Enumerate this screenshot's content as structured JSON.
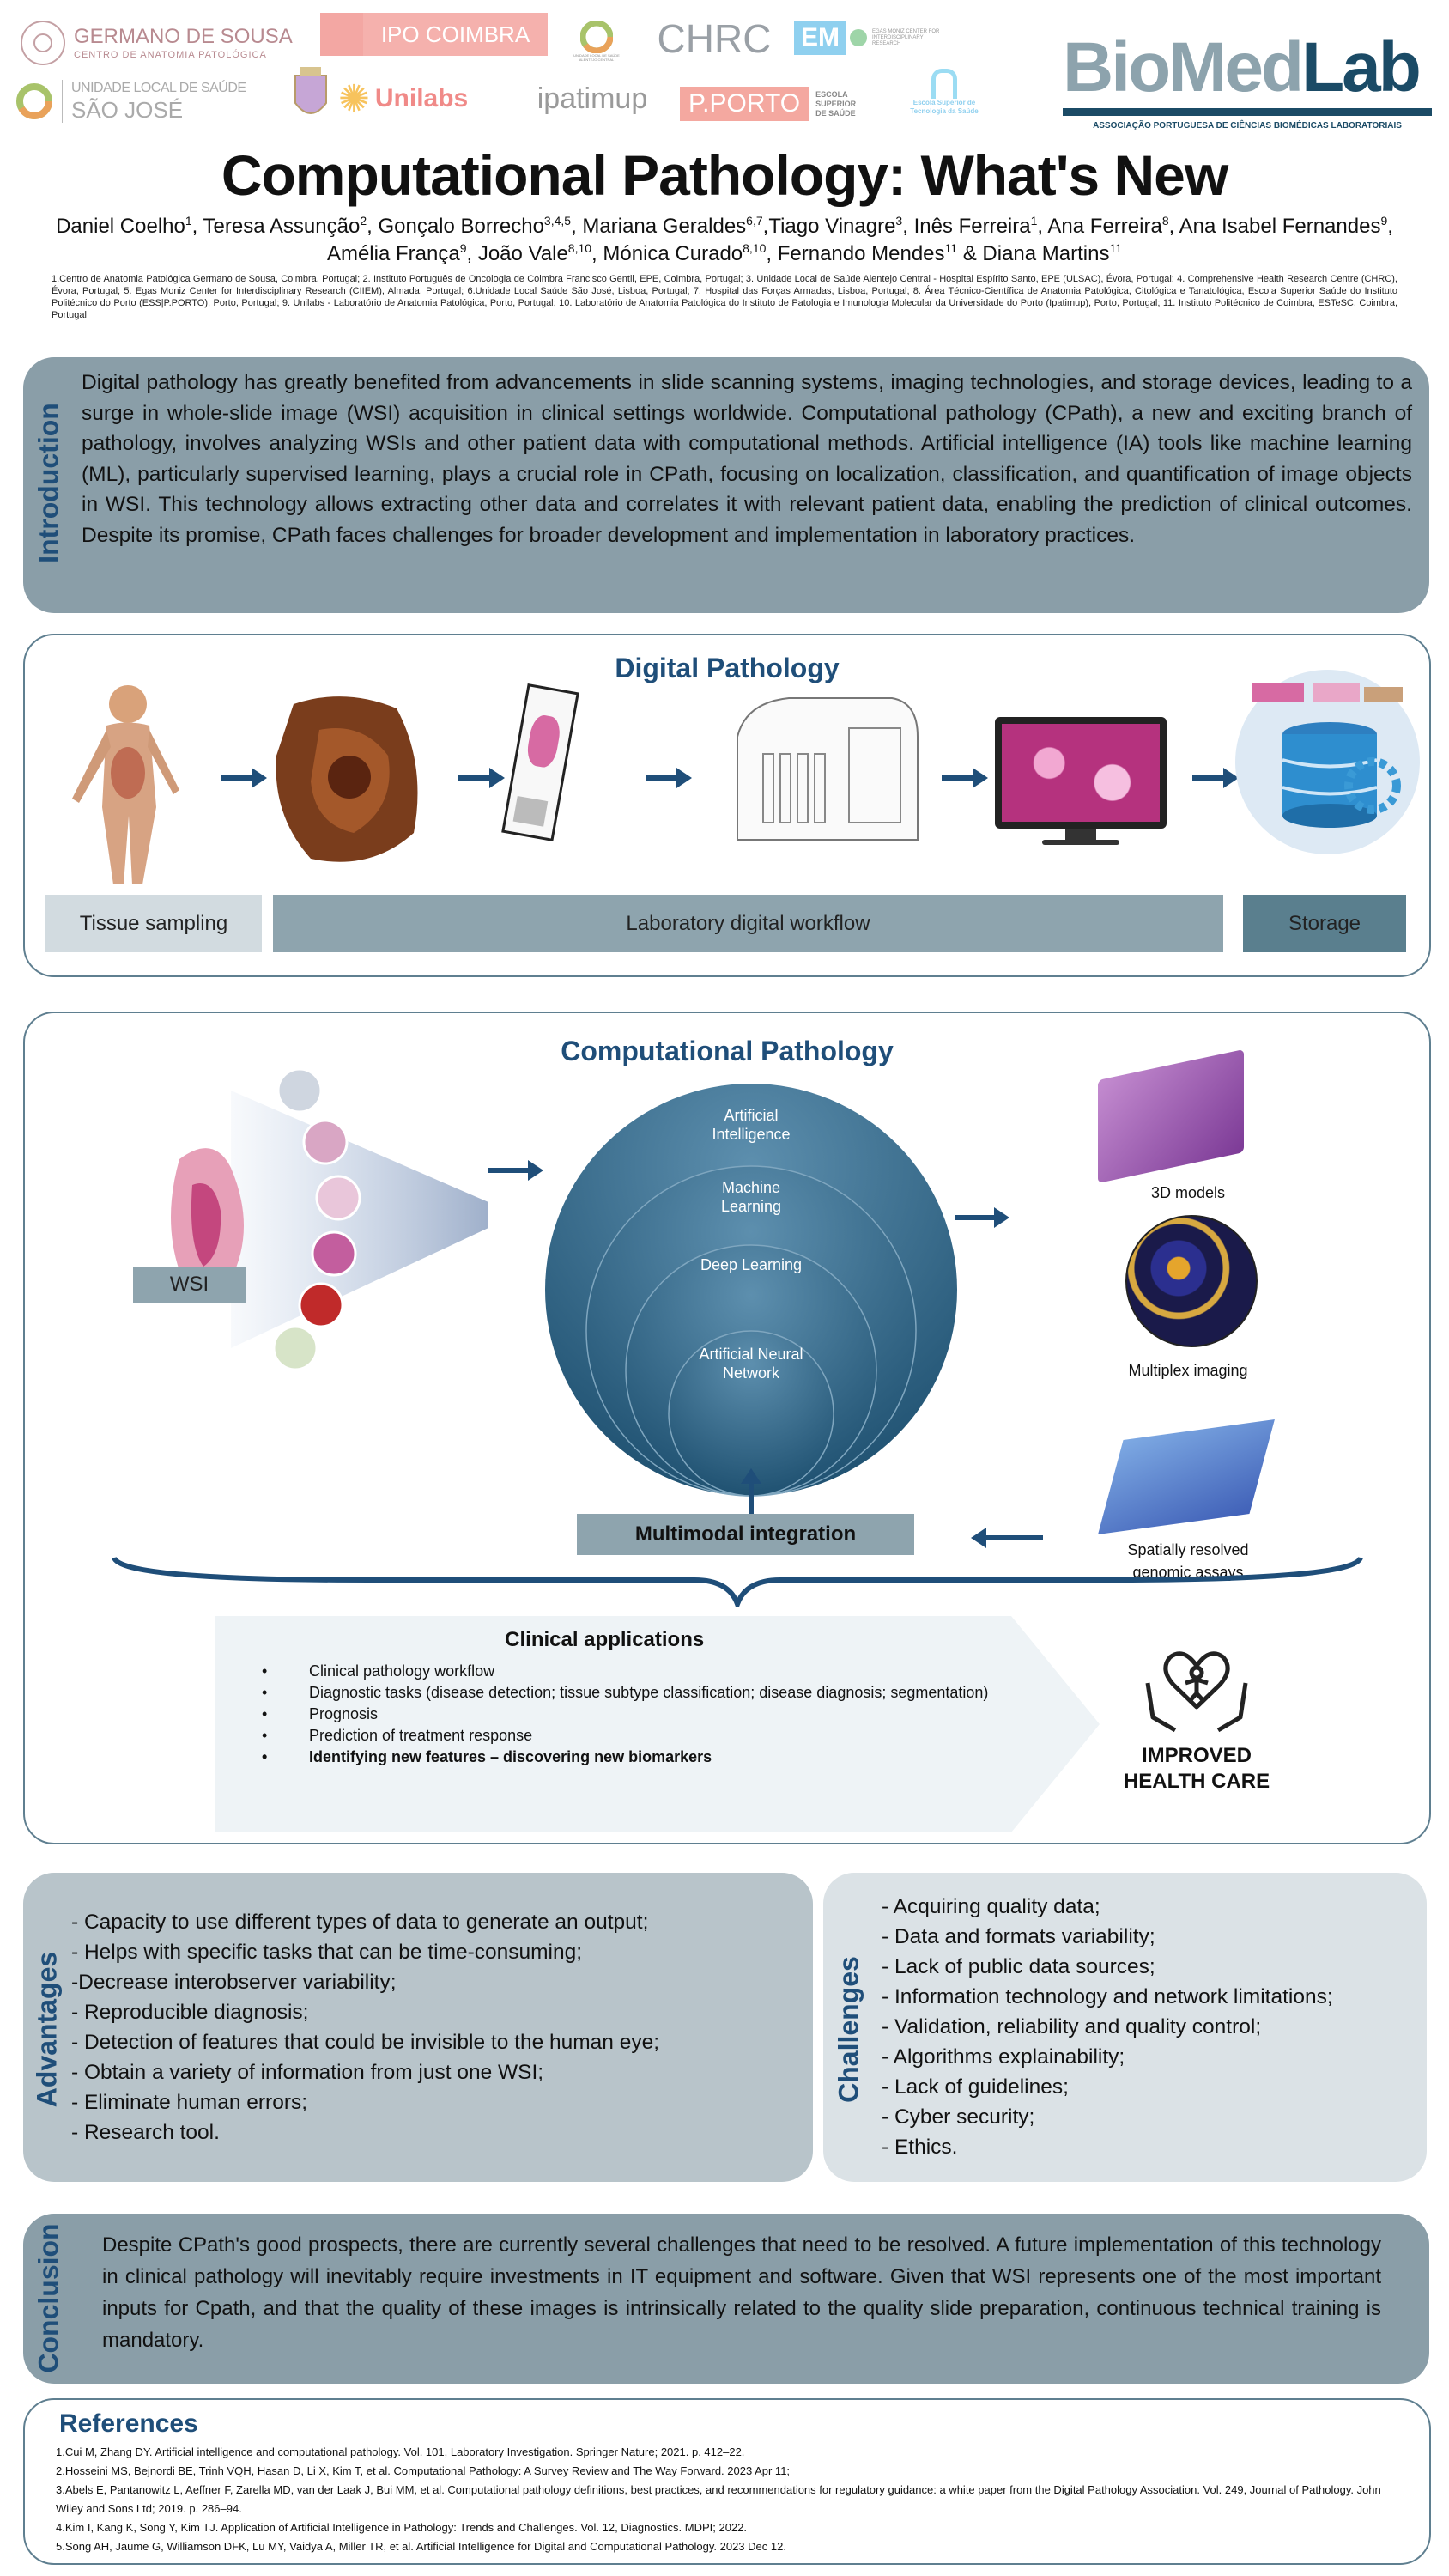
{
  "logos": {
    "germano": {
      "name": "GERMANO DE SOUSA",
      "sub": "CENTRO DE ANATOMIA PATOLÓGICA"
    },
    "ipo": "IPO COIMBRA",
    "ulsac": "UNIDADE LOCAL DE SAÚDE ALENTEJO CENTRAL",
    "chrc": "CHRC",
    "em": {
      "mark": "EM",
      "text": "EGAS MONIZ CENTER FOR INTERDISCIPLINARY RESEARCH"
    },
    "ulssj": {
      "line1": "UNIDADE LOCAL DE SAÚDE",
      "line2": "SÃO JOSÉ"
    },
    "unilabs": "Unilabs",
    "ipatimup": "ipatimup",
    "pporto": {
      "mark": "P.PORTO",
      "text": "ESCOLA SUPERIOR DE SAÚDE"
    },
    "estesc": "Escola Superior de Tecnologia da Saúde",
    "biomedlab": {
      "name": "BioMedLab",
      "sub": "ASSOCIAÇÃO PORTUGUESA DE CIÊNCIAS BIOMÉDICAS LABORATORIAIS"
    }
  },
  "title": "Computational Pathology: What's New",
  "authors": [
    {
      "name": "Daniel Coelho",
      "sup": "1",
      "sep": ", "
    },
    {
      "name": "Teresa Assunção",
      "sup": "2",
      "sep": ", "
    },
    {
      "name": "Gonçalo Borrecho",
      "sup": "3,4,5",
      "sep": ", "
    },
    {
      "name": "Mariana Geraldes",
      "sup": "6,7",
      "sep": ","
    },
    {
      "name": "Tiago Vinagre",
      "sup": "3",
      "sep": ", "
    },
    {
      "name": "Inês Ferreira",
      "sup": "1",
      "sep": ", "
    },
    {
      "name": "Ana Ferreira",
      "sup": "8",
      "sep": ", "
    },
    {
      "name": "Ana Isabel Fernandes",
      "sup": "9",
      "sep": ", "
    },
    {
      "name": "Amélia França",
      "sup": "9",
      "sep": ", "
    },
    {
      "name": "João Vale",
      "sup": "8,10",
      "sep": ", "
    },
    {
      "name": "Mónica Curado",
      "sup": "8,10",
      "sep": ", "
    },
    {
      "name": "Fernando Mendes",
      "sup": "11",
      "sep": " & "
    },
    {
      "name": "Diana Martins",
      "sup": "11",
      "sep": ""
    }
  ],
  "affiliations": "1.Centro de Anatomia Patológica Germano de Sousa, Coimbra, Portugal; 2. Instituto Português de Oncologia de Coimbra Francisco Gentil, EPE, Coimbra, Portugal; 3. Unidade Local de Saúde Alentejo Central - Hospital Espírito Santo, EPE (ULSAC), Évora, Portugal; 4. Comprehensive Health Research Centre (CHRC), Évora, Portugal; 5. Egas Moniz Center for Interdisciplinary Research (CIIEM), Almada, Portugal; 6.Unidade Local Saúde São José, Lisboa, Portugal; 7. Hospital das Forças Armadas, Lisboa, Portugal; 8. Área Técnico-Científica de Anatomia Patológica, Citológica e Tanatológica, Escola Superior Saúde do Instituto Politécnico do Porto (ESS|P.PORTO), Porto, Portugal; 9. Unilabs - Laboratório de Anatomia Patológica, Porto, Portugal; 10. Laboratório de Anatomia Patológica do Instituto de Patologia e Imunologia Molecular da Universidade do Porto (Ipatimup), Porto, Portugal; 11. Instituto Politécnico de Coimbra, ESTeSC, Coimbra, Portugal",
  "introduction": {
    "label": "Introduction",
    "text": "Digital pathology has greatly benefited from advancements in slide scanning systems, imaging technologies, and storage devices, leading to a surge in whole-slide image (WSI) acquisition in clinical settings worldwide. Computational pathology (CPath), a new and exciting branch of pathology, involves analyzing WSIs and other patient data with computational methods. Artificial intelligence (IA) tools like machine learning (ML), particularly supervised learning, plays a crucial role in CPath, focusing on localization, classification, and quantification of image objects in WSI. This technology allows extracting other data and correlates it with relevant patient data, enabling the prediction of clinical outcomes. Despite its promise, CPath faces challenges for broader development and implementation in laboratory practices."
  },
  "digital_pathology": {
    "title": "Digital Pathology",
    "stages": [
      "Tissue sampling",
      "Laboratory digital workflow",
      "Storage"
    ]
  },
  "computational_pathology": {
    "title": "Computational Pathology",
    "wsi_label": "WSI",
    "circles": [
      "Artificial Intelligence",
      "Machine Learning",
      "Deep Learning",
      "Artificial Neural Network"
    ],
    "outputs": [
      "3D models",
      "Multiplex imaging",
      "Spatially resolved genomic assays"
    ],
    "multimodal": "Multimodal integration",
    "clinical": {
      "title": "Clinical applications",
      "items": [
        "Clinical pathology workflow",
        "Diagnostic tasks (disease detection; tissue subtype classification; disease diagnosis; segmentation)",
        "Prognosis",
        "Prediction of treatment response",
        "Identifying new features – discovering new biomarkers"
      ]
    },
    "outcome": {
      "line1": "IMPROVED",
      "line2": "HEALTH CARE"
    }
  },
  "advantages": {
    "label": "Advantages",
    "items": [
      "- Capacity to use different types of data to generate an output;",
      "- Helps with specific tasks that can be time-consuming;",
      "-Decrease interobserver variability;",
      "- Reproducible diagnosis;",
      "- Detection of features that could be invisible to the human eye;",
      "- Obtain a variety of information from just one WSI;",
      "- Eliminate human errors;",
      "- Research tool."
    ]
  },
  "challenges": {
    "label": "Challenges",
    "items": [
      "- Acquiring quality data;",
      "- Data and formats variability;",
      "- Lack of public data sources;",
      "- Information technology and network limitations;",
      "- Validation, reliability and quality control;",
      "- Algorithms explainability;",
      "- Lack of guidelines;",
      "- Cyber security;",
      "- Ethics."
    ]
  },
  "conclusion": {
    "label": "Conclusion",
    "text": "Despite CPath's good prospects, there are currently several challenges that need to be resolved. A future implementation of this technology in clinical pathology will inevitably require investments in IT equipment and software. Given that WSI represents one of the most important inputs for Cpath, and that the quality of these images is intrinsically related to the quality slide preparation, continuous technical training is mandatory."
  },
  "references": {
    "title": "References",
    "items": [
      "1.Cui M, Zhang DY. Artificial intelligence and computational pathology. Vol. 101, Laboratory Investigation. Springer Nature; 2021. p. 412–22.",
      "2.Hosseini MS, Bejnordi BE, Trinh VQH, Hasan D, Li X, Kim T, et al. Computational Pathology: A Survey Review and The Way Forward. 2023 Apr 11;",
      "3.Abels E, Pantanowitz L, Aeffner F, Zarella MD, van der Laak J, Bui MM, et al. Computational pathology definitions, best practices, and recommendations for regulatory guidance: a white paper from the Digital Pathology Association. Vol. 249, Journal of Pathology. John Wiley and Sons Ltd; 2019. p. 286–94.",
      "4.Kim I, Kang K, Song Y, Kim TJ. Application of Artificial Intelligence in Pathology: Trends and Challenges. Vol. 12, Diagnostics. MDPI; 2022.",
      "5.Song AH, Jaume G, Williamson DFK, Lu MY, Vaidya A, Miller TR, et al. Artificial Intelligence for Digital and Computational Pathology. 2023 Dec 12."
    ]
  },
  "colors": {
    "accent": "#1f4e79",
    "intro_bg": "#8a9ea8",
    "adv_bg": "#b8c4ca",
    "chal_bg": "#dbe2e6",
    "label_bg": "#8ea4ae",
    "storage_bg": "#5a7f8e"
  }
}
